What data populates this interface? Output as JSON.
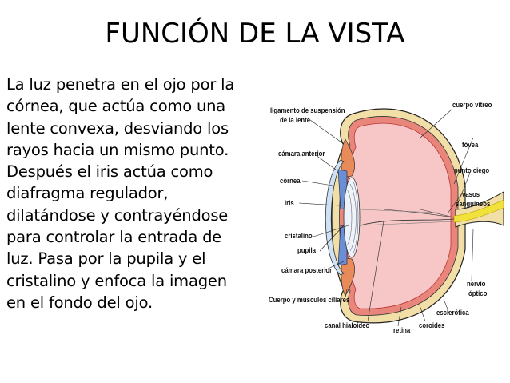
{
  "title": "FUNCIÓN DE LA VISTA",
  "paragraph_lines": [
    "La luz penetra en el ojo por la",
    "córnea, que  actúa como una",
    "lente convexa, desviando los",
    "rayos hacia un mismo punto.",
    "Después el iris actúa como",
    "diafragma regulador,",
    "dilatándose y contrayéndose",
    "para controlar la entrada de",
    "luz. Pasa por la pupila y el",
    "cristalino y enfoca la imagen",
    "en el fondo del ojo."
  ],
  "diagram": {
    "labels": {
      "ligamento": "ligamento de suspensión",
      "ligamento2": "de la lente",
      "camara_anterior": "cámara anterior",
      "cornea": "córnea",
      "iris": "iris",
      "cristalino": "cristalino",
      "pupila": "pupila",
      "camara_posterior": "cámara posterior",
      "cuerpo_ciliar": "Cuerpo y músculos ciliares",
      "canal": "canal hialoideo",
      "retina": "retina",
      "coroides": "coroides",
      "esclerotica": "esclerótica",
      "nervio": "nervio",
      "optico": "óptico",
      "vasos": "vasos",
      "sanguineos": "sanguíneos",
      "punto_ciego": "punto ciego",
      "fovea": "fóvea",
      "cuerpo_vitreo": "cuerpo vítreo"
    },
    "colors": {
      "vitreous": "#f7c6c6",
      "sclera": "#f2dfa8",
      "choroid": "#e8867c",
      "retina": "#f08c8c",
      "iris": "#6a8fd6",
      "nerve": "#f0e23a"
    }
  }
}
